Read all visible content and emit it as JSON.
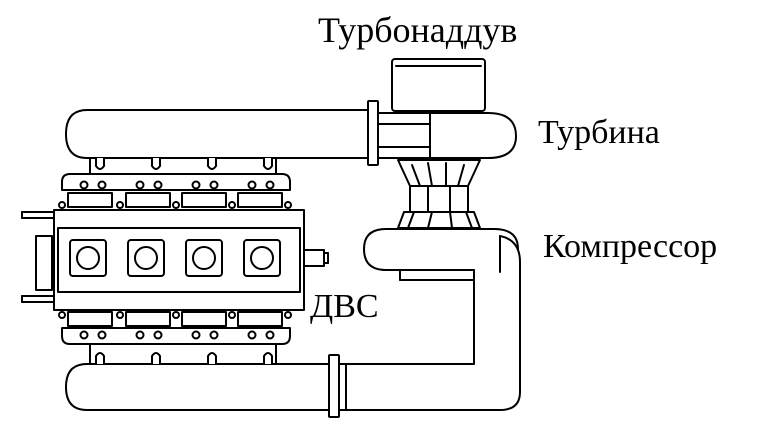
{
  "labels": {
    "turbocharging": "Турбонаддув",
    "turbine": "Турбина",
    "compressor": "Компрессор",
    "engine": "ДВС"
  },
  "colors": {
    "stroke": "#000000",
    "fill": "#ffffff",
    "text": "#000000"
  },
  "engine": {
    "cylinder_count": 4,
    "manifold_runners_per_side": 4
  }
}
